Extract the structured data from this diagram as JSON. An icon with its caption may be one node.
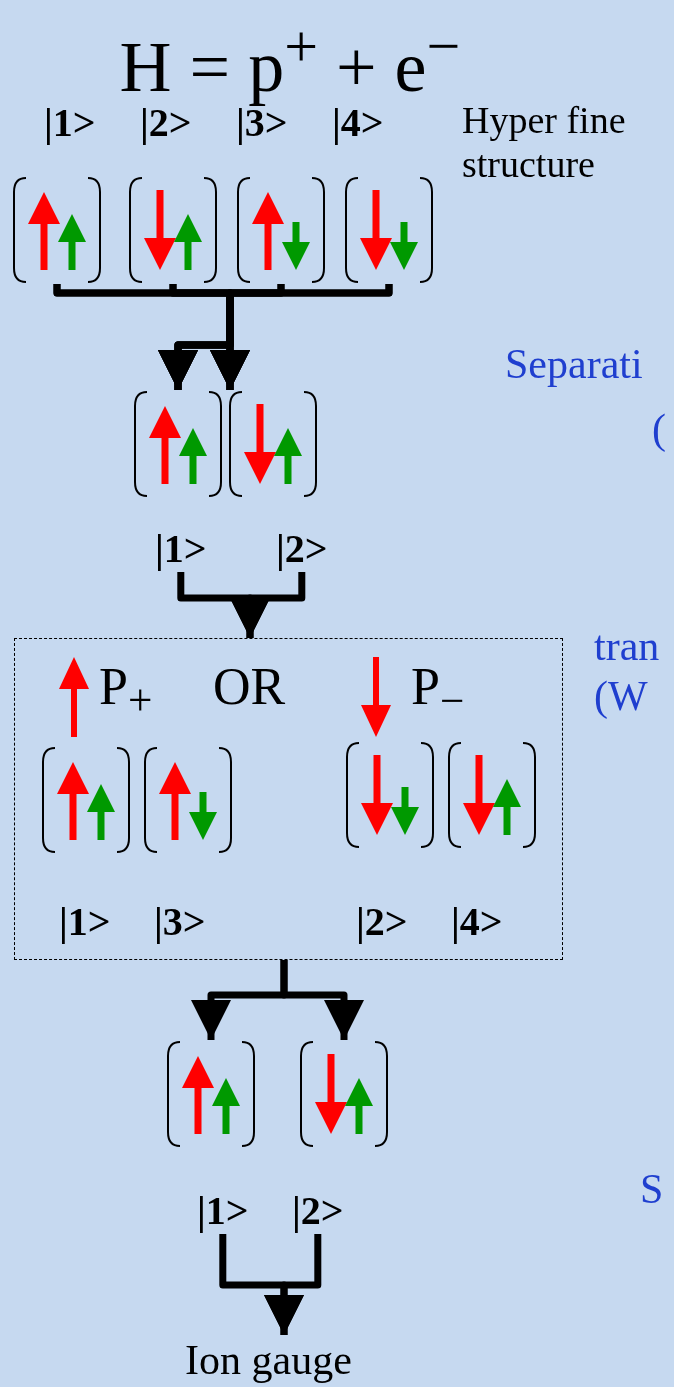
{
  "diagram": {
    "title": "H = p$^{+}$ + e$^{−}$",
    "nodes": [
      {
        "text": [],
        "shape": "box",
        "beside": [
          "|1>"
        ]
      },
      {
        "text": [],
        "shape": "box",
        "beside": [
          "|2>"
        ]
      },
      {
        "text": [],
        "shape": "box",
        "beside": [
          "|3>"
        ]
      },
      {
        "text": [],
        "shape": "box",
        "beside": [
          "|4>"
        ]
      },
      {
        "text": [],
        "shape": "box",
        "beside": [
          "|1>"
        ]
      },
      {
        "text": [],
        "shape": "box",
        "beside": [
          "|2>"
        ]
      },
      {
        "text": [
          "P$_{+}$",
          "OR",
          "P$_{−}$"
        ]
      },
      {
        "text": [],
        "shape": "box",
        "beside": [
          "|1>"
        ],
        "in": 6
      },
      {
        "text": [],
        "shape": "box",
        "beside": [
          "|3>"
        ],
        "in": 6
      },
      {
        "text": [],
        "shape": "box",
        "beside": [
          "|2>"
        ],
        "in": 6
      },
      {
        "text": [],
        "shape": "box",
        "beside": [
          "|4>"
        ],
        "in": 6
      },
      {
        "text": [],
        "shape": "box",
        "beside": [
          "|1>"
        ]
      },
      {
        "text": [],
        "shape": "box",
        "beside": [
          "|2>"
        ]
      },
      {
        "text": [
          "Ion gauge"
        ]
      }
    ],
    "edges": [
      {
        "from": 0,
        "to": 4,
        "arrow": "to"
      },
      {
        "from": 0,
        "to": 5,
        "arrow": "to"
      },
      {
        "from": 1,
        "to": 4,
        "arrow": "to"
      },
      {
        "from": 1,
        "to": 5,
        "arrow": "to"
      },
      {
        "from": 2,
        "to": 4,
        "arrow": "to"
      },
      {
        "from": 2,
        "to": 5,
        "arrow": "to"
      },
      {
        "from": 3,
        "to": 4,
        "arrow": "to"
      },
      {
        "from": 3,
        "to": 5,
        "arrow": "to"
      },
      {
        "from": 4,
        "to": 6,
        "arrow": "to"
      },
      {
        "from": 5,
        "to": 6,
        "arrow": "to"
      },
      {
        "from": 6,
        "to": 11,
        "arrow": "to"
      },
      {
        "from": 6,
        "to": 12,
        "arrow": "to"
      },
      {
        "from": 11,
        "to": 13,
        "arrow": "to"
      },
      {
        "from": 12,
        "to": 13,
        "arrow": "to"
      }
    ],
    "labels": [
      "Hyper fine structure",
      "Separati",
      "(",
      "tran",
      "(W",
      "S"
    ]
  }
}
